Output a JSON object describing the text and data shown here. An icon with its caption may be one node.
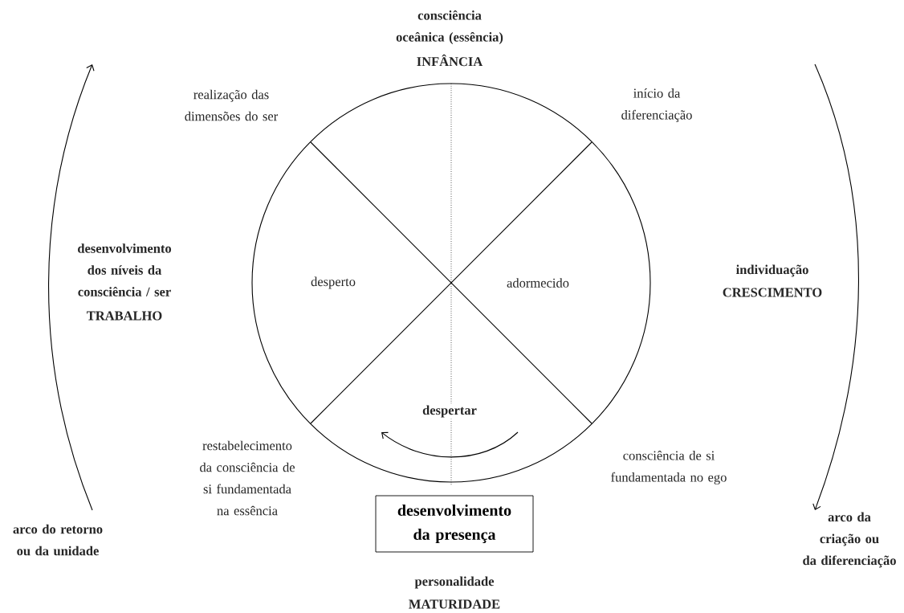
{
  "diagram": {
    "nodes": [
      {
        "text": [
          "desperto",
          "adormecido",
          "despertar"
        ]
      },
      {
        "text": [
          "desenvolvimento da presença"
        ]
      }
    ],
    "labels": [
      "consciência oceânica (essência)",
      "INFÂNCIA",
      "realização das dimensões do ser",
      "início da diferenciação",
      "desenvolvimento dos níveis da consciência / ser",
      "TRABALHO",
      "individuação",
      "CRESCIMENTO",
      "restabelecimento da consciência de si fundamentada na essência",
      "consciência de si fundamentada no ego",
      "arco do retorno ou da unidade",
      "personalidade",
      "MATURIDADE",
      "arco da criação ou da diferenciação"
    ]
  }
}
